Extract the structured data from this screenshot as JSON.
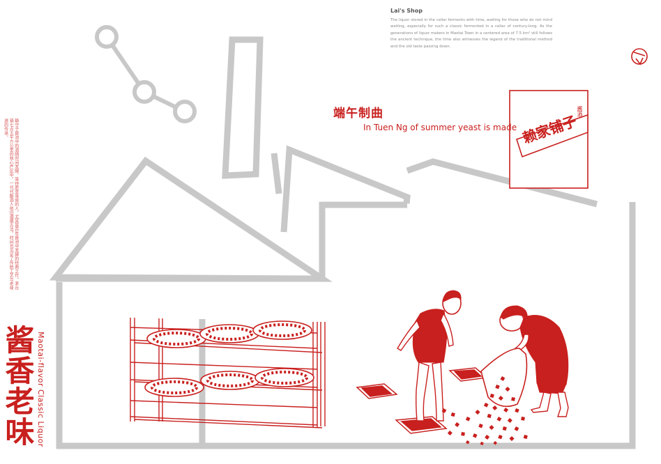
{
  "shop": {
    "title": "Lai's Shop",
    "description": "The liquor stored in the cellar ferments with time, waiting for those who do not mind waiting, especially for such a classic fermented in a cellar of century-long. As the generations of liquor makers in Maotai Town in a centered area of 7.5 km² still follows the ancient technique, the time also witnesses the legend of the traditional method and the old taste passing down."
  },
  "heading": {
    "zh": "端午制曲",
    "en": "In Tuen Ng of summer yeast is made"
  },
  "side": {
    "title_zh": "酱香老味",
    "title_en": "Maotai-flavor Classic Liquor",
    "paragraph_zh": "静守于窖池中的酒随时间发酵，等待愿意等候的人，尤其是百年窖池中发酵的经典之作。茅台镇七点五平方公里的核心产区中，一代代酿酒人依旧遵循古法，时间也见证了传统工艺与老味道的传承。"
  },
  "badge": {
    "brand": "赖家铺子",
    "small": "酱酒"
  },
  "colors": {
    "red": "#c8201e",
    "grey": "#c8c8c8",
    "background": "#ffffff"
  },
  "icons": {
    "molecule": "molecule-icon",
    "logo": "lai-logo-icon"
  }
}
